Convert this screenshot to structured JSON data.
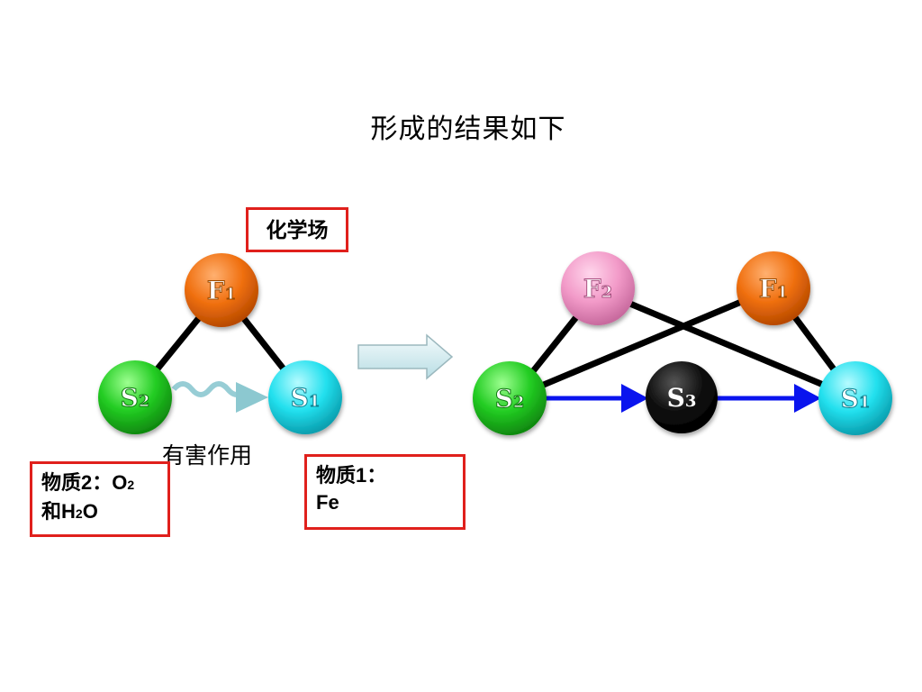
{
  "title": "形成的结果如下",
  "left_diagram": {
    "field_label": "化学场",
    "nodes": {
      "f1": {
        "letter": "F",
        "index": "1",
        "color": "#f07010"
      },
      "s2": {
        "letter": "S",
        "index": "2",
        "color": "#22cc22"
      },
      "s1": {
        "letter": "S",
        "index": "1",
        "color": "#22e0ee"
      }
    },
    "harmful_label": "有害作用"
  },
  "right_diagram": {
    "nodes": {
      "f2": {
        "letter": "F",
        "index": "2",
        "color": "#f29ac8"
      },
      "f1": {
        "letter": "F",
        "index": "1",
        "color": "#f07010"
      },
      "s2": {
        "letter": "S",
        "index": "2",
        "color": "#22cc22"
      },
      "s3": {
        "letter": "S",
        "index": "3",
        "color": "#111111"
      },
      "s1": {
        "letter": "S",
        "index": "1",
        "color": "#22e0ee"
      }
    }
  },
  "material2": {
    "line1_prefix": "物质2：O",
    "line1_sub": "2",
    "line2_prefix": "和H",
    "line2_sub": "2",
    "line2_suffix": "O"
  },
  "material1": {
    "line1": "物质1：",
    "line2": "Fe"
  },
  "colors": {
    "box_border": "#e0201c",
    "arrow_blue": "#0a14ee",
    "wave": "#8cc8d0"
  }
}
